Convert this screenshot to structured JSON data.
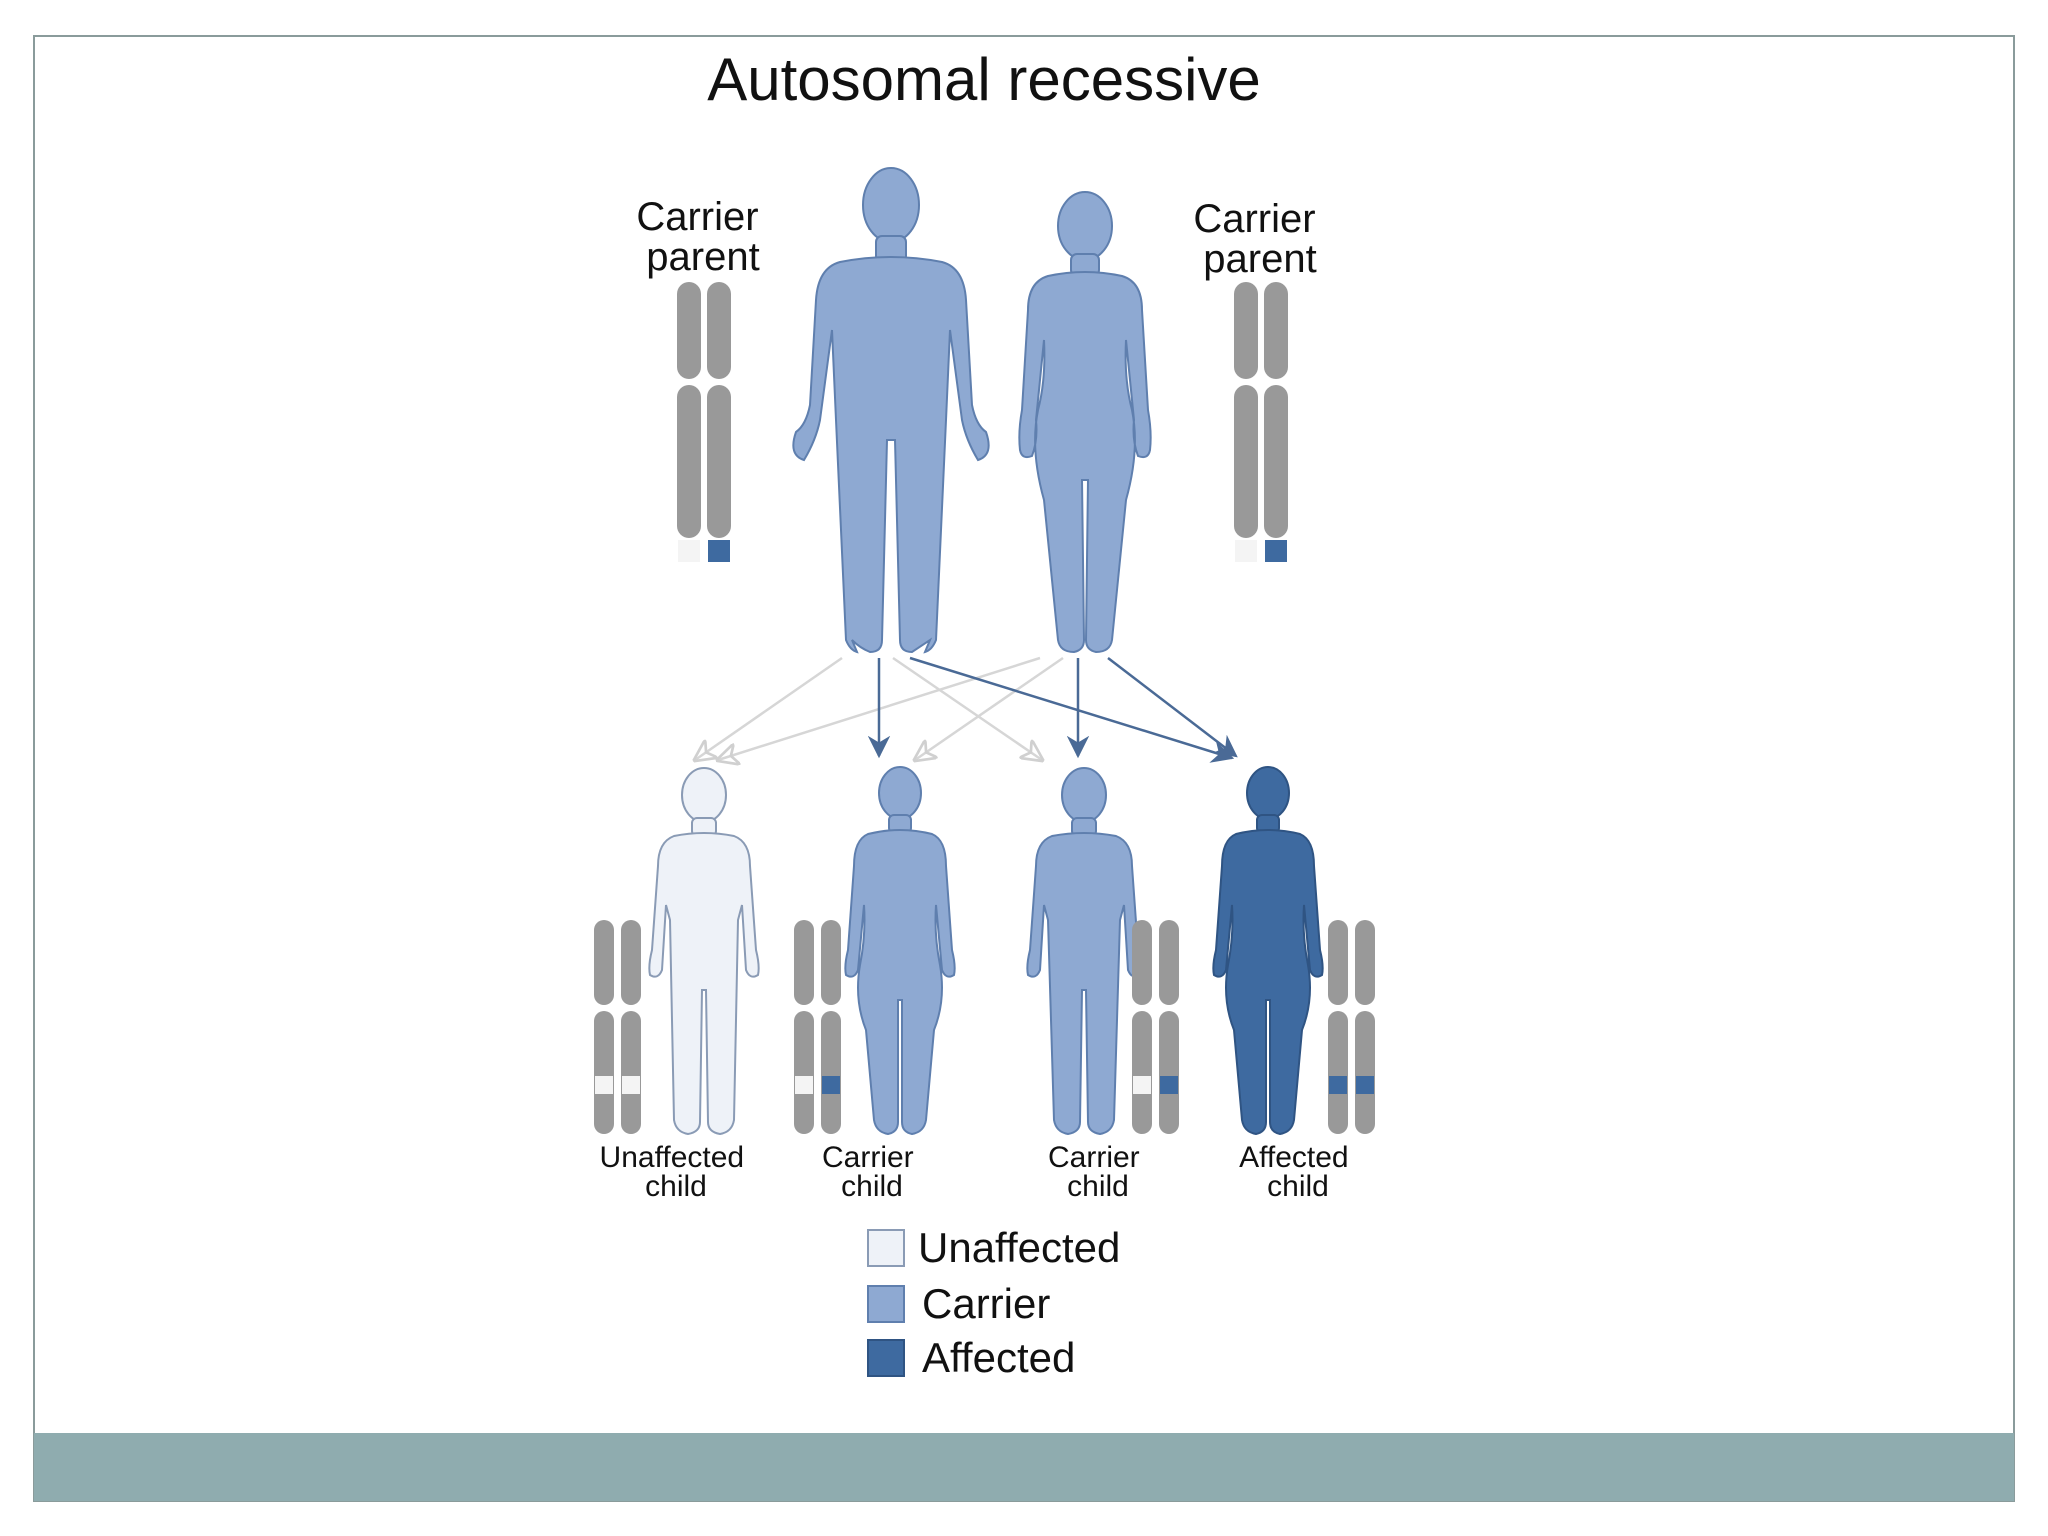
{
  "title": "Autosomal recessive",
  "parents": [
    {
      "label_line1": "Carrier",
      "label_line2": "parent",
      "status": "carrier",
      "alleles": [
        "normal",
        "mutant"
      ]
    },
    {
      "label_line1": "Carrier",
      "label_line2": "parent",
      "status": "carrier",
      "alleles": [
        "normal",
        "mutant"
      ]
    }
  ],
  "children": [
    {
      "label_line1": "Unaffected",
      "label_line2": "child",
      "status": "unaffected",
      "alleles": [
        "normal",
        "normal"
      ]
    },
    {
      "label_line1": "Carrier",
      "label_line2": "child",
      "status": "carrier",
      "alleles": [
        "normal",
        "mutant"
      ]
    },
    {
      "label_line1": "Carrier",
      "label_line2": "child",
      "status": "carrier",
      "alleles": [
        "normal",
        "mutant"
      ]
    },
    {
      "label_line1": "Affected",
      "label_line2": "child",
      "status": "affected",
      "alleles": [
        "mutant",
        "mutant"
      ]
    }
  ],
  "legend": [
    {
      "label": "Unaffected",
      "status": "unaffected"
    },
    {
      "label": "Carrier",
      "status": "carrier"
    },
    {
      "label": "Affected",
      "status": "affected"
    }
  ],
  "colors": {
    "unaffected": "#eef2f8",
    "carrier": "#8ea9d2",
    "affected": "#3e6aa0",
    "chromosome": "#999999",
    "normal_allele": "#f4f4f4",
    "mutant_allele": "#3e6aa0",
    "inherit_normal_arrow": "#d6d6d6",
    "inherit_mutant_arrow": "#4a6a96",
    "footer_bar": "#8facaf",
    "frame": "#8a9b9b"
  }
}
